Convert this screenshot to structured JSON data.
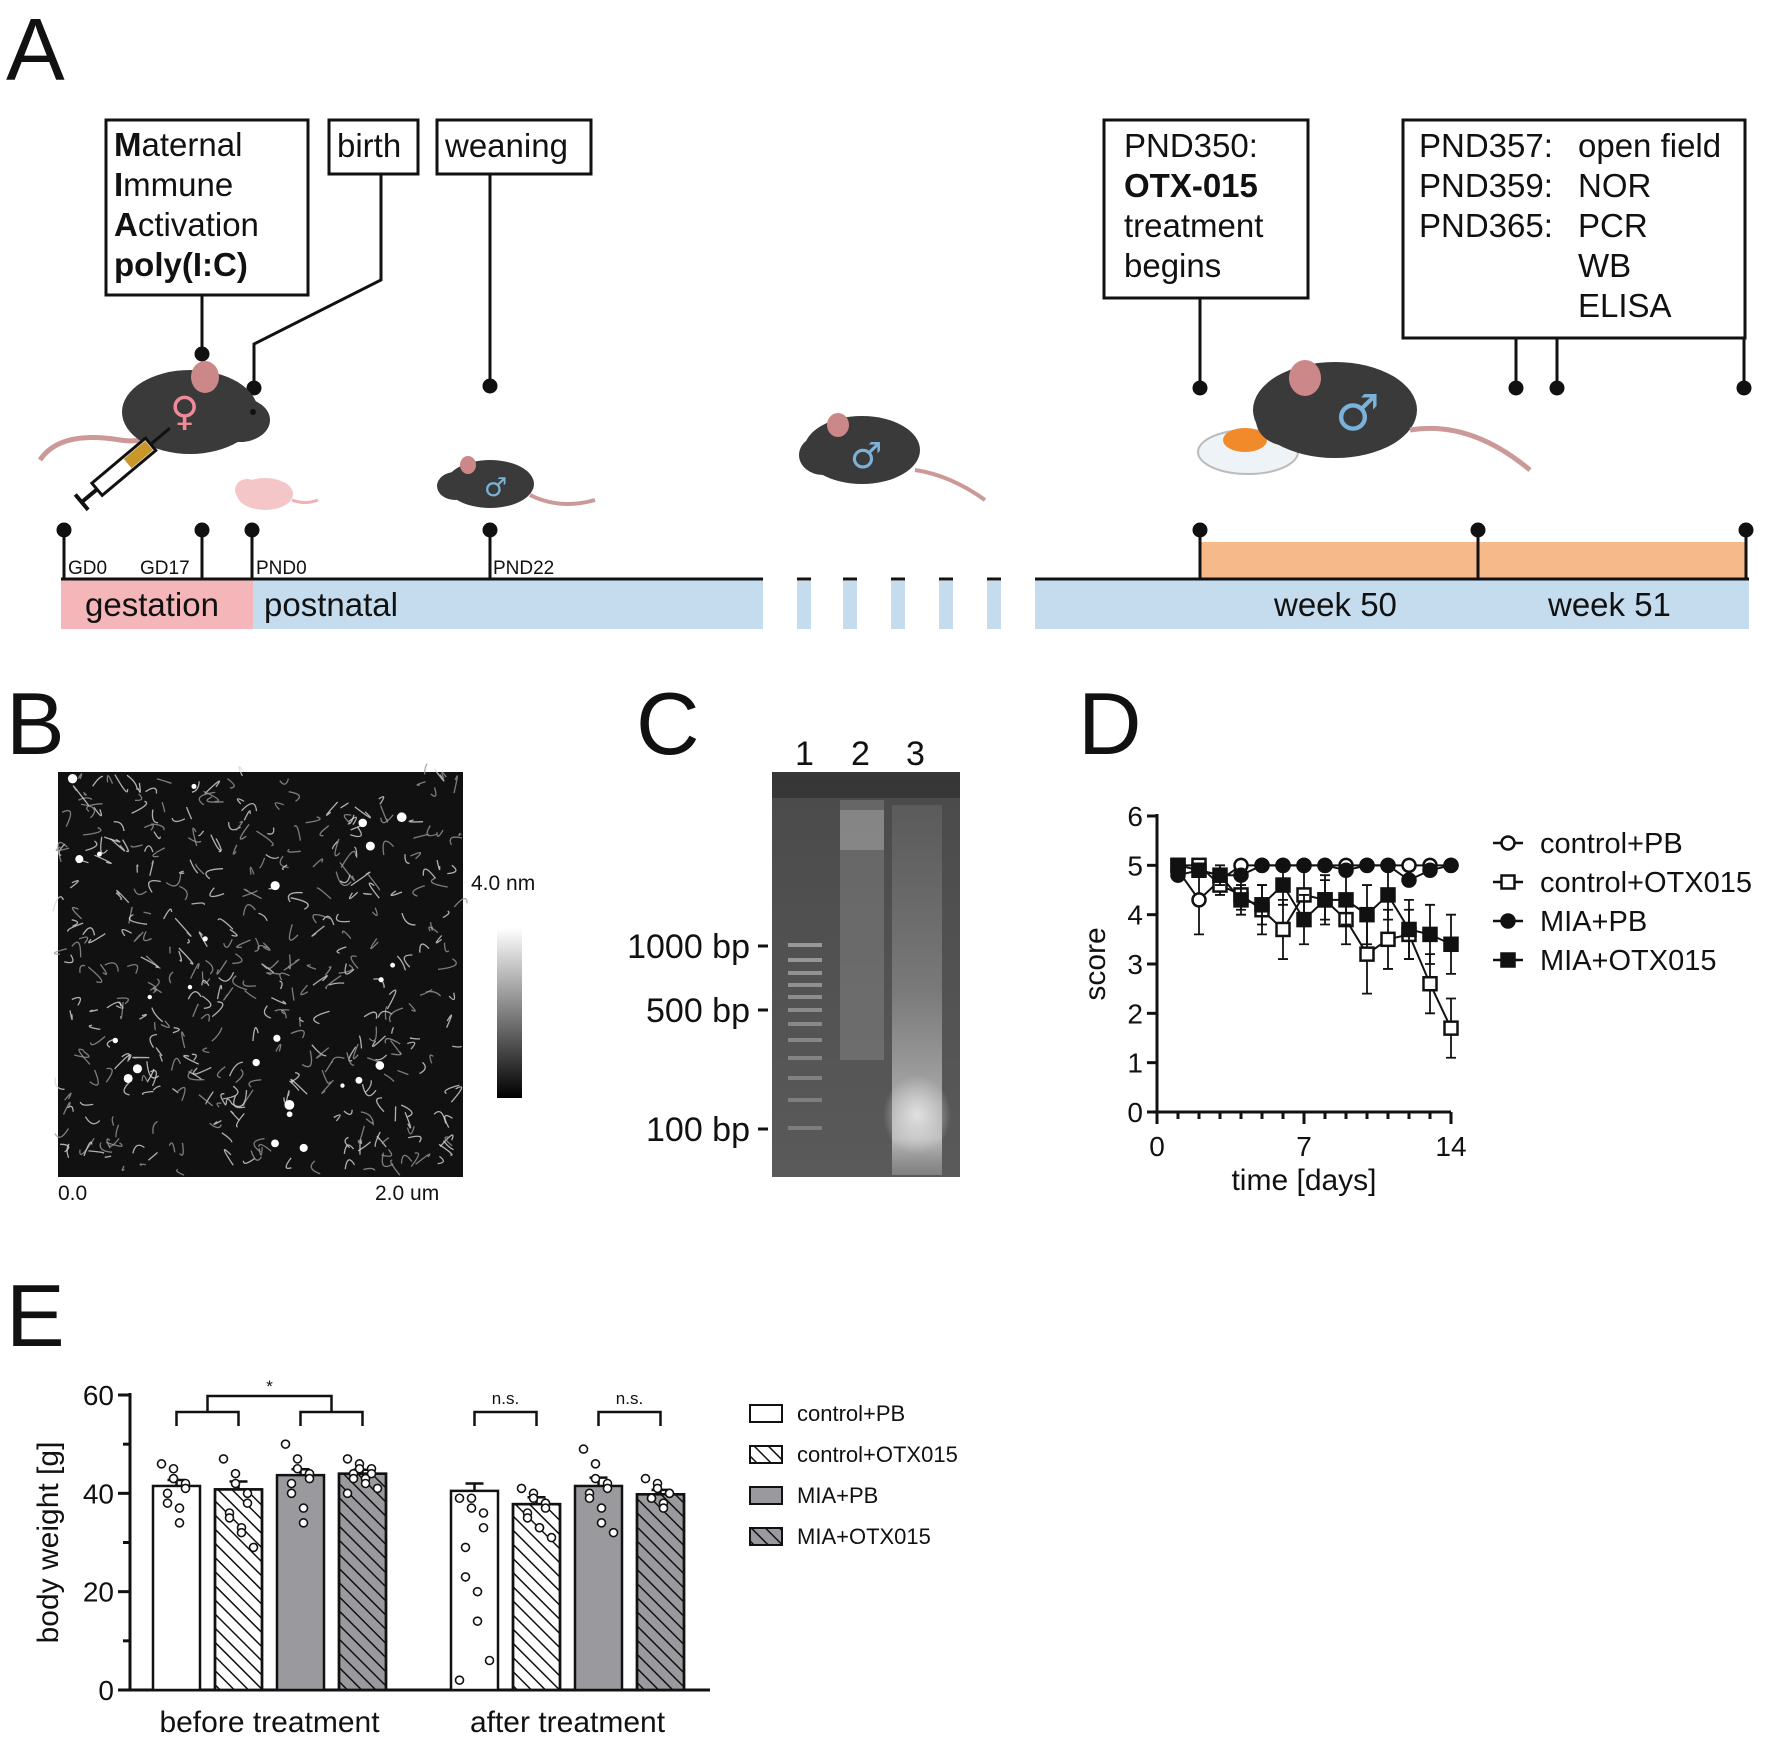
{
  "panels": {
    "A": "A",
    "B": "B",
    "C": "C",
    "D": "D",
    "E": "E"
  },
  "timeline": {
    "boxes": {
      "mia_line1_bold": "M",
      "mia_line1_rest": "aternal",
      "mia_line2_bold": "I",
      "mia_line2_rest": "mmune",
      "mia_line3_bold": "A",
      "mia_line3_rest": "ctivation",
      "mia_line4": "poly(I:C)",
      "birth": "birth",
      "weaning": "weaning",
      "pnd350_line1": "PND350:",
      "pnd350_line2": "OTX-015",
      "pnd350_line3": "treatment",
      "pnd350_line4": "begins",
      "tests": [
        {
          "day": "PND357:",
          "test": "open field"
        },
        {
          "day": "PND359:",
          "test": "NOR"
        },
        {
          "day": "PND365:",
          "test": "PCR"
        },
        {
          "day": "",
          "test": "WB"
        },
        {
          "day": "",
          "test": "ELISA"
        }
      ]
    },
    "markers": [
      "GD0",
      "GD17",
      "PND0",
      "PND22"
    ],
    "bars": {
      "gestation": "gestation",
      "postnatal": "postnatal",
      "week50": "week 50",
      "week51": "week 51"
    },
    "colors": {
      "gestation": "#f4b6b8",
      "postnatal": "#c5dcef",
      "treatment": "#f6b98a",
      "mouse": "#3a3a3a",
      "female_symbol": "#f08a96",
      "male_symbol": "#7bb2d8"
    },
    "icons": [
      "female-mouse-icon",
      "syringe-icon",
      "pup-icon",
      "juvenile-mouse-icon",
      "adult-mouse-icon",
      "petri-dish-icon",
      "treated-mouse-icon"
    ]
  },
  "afm": {
    "scale_max": "4.0 nm",
    "x_start": "0.0",
    "x_end": "2.0 um"
  },
  "gel": {
    "lanes": [
      "1",
      "2",
      "3"
    ],
    "markers": [
      "1000 bp",
      "500 bp",
      "100 bp"
    ]
  },
  "chart_data": [
    {
      "type": "line",
      "xlabel": "time [days]",
      "ylabel": "score",
      "xlim": [
        0,
        14
      ],
      "ylim": [
        0,
        6
      ],
      "xticks": [
        0,
        7,
        14
      ],
      "yticks": [
        0,
        1,
        2,
        3,
        4,
        5,
        6
      ],
      "legend_position": "right",
      "x": [
        1,
        2,
        3,
        4,
        5,
        6,
        7,
        8,
        9,
        10,
        11,
        12,
        13,
        14
      ],
      "series": [
        {
          "name": "control+PB",
          "marker": "open-circle",
          "values": [
            4.9,
            4.3,
            4.7,
            5.0,
            5.0,
            5.0,
            5.0,
            5.0,
            5.0,
            5.0,
            5.0,
            5.0,
            5.0,
            5.0
          ],
          "errors": [
            0.1,
            0.7,
            0.2,
            0,
            0,
            0,
            0,
            0,
            0,
            0,
            0,
            0,
            0,
            0
          ]
        },
        {
          "name": "control+OTX015",
          "marker": "open-square",
          "values": [
            5.0,
            5.0,
            4.6,
            4.4,
            4.1,
            3.7,
            4.4,
            4.3,
            3.9,
            3.2,
            3.5,
            3.6,
            2.6,
            1.7
          ],
          "errors": [
            0,
            0,
            0.2,
            0.3,
            0.5,
            0.6,
            0.5,
            0.4,
            0.5,
            0.8,
            0.6,
            0.5,
            0.6,
            0.6
          ]
        },
        {
          "name": "MIA+PB",
          "marker": "filled-circle",
          "values": [
            4.8,
            4.9,
            4.8,
            4.8,
            5.0,
            5.0,
            5.0,
            5.0,
            4.9,
            5.0,
            5.0,
            4.7,
            4.9,
            5.0
          ],
          "errors": [
            0.1,
            0.1,
            0.1,
            0.1,
            0,
            0,
            0,
            0,
            0.1,
            0,
            0,
            0.1,
            0.1,
            0
          ]
        },
        {
          "name": "MIA+OTX015",
          "marker": "filled-square",
          "values": [
            5.0,
            4.9,
            4.8,
            4.3,
            4.2,
            4.6,
            3.9,
            4.3,
            4.3,
            4.0,
            4.4,
            3.7,
            3.6,
            3.4
          ],
          "errors": [
            0,
            0.1,
            0.2,
            0.3,
            0.4,
            0.4,
            0.5,
            0.5,
            0.5,
            0.6,
            0.5,
            0.6,
            0.6,
            0.6
          ]
        }
      ]
    },
    {
      "type": "bar",
      "ylabel": "body weight [g]",
      "ylim": [
        0,
        60
      ],
      "yticks": [
        0,
        20,
        40,
        60
      ],
      "categories": [
        "before treatment",
        "after treatment"
      ],
      "legend_position": "right",
      "series": [
        {
          "name": "control+PB",
          "fill": "white",
          "values": [
            41.5,
            40.5
          ],
          "sem": [
            1.2,
            1.5
          ]
        },
        {
          "name": "control+OTX015",
          "fill": "white-hatched",
          "values": [
            40.8,
            37.8
          ],
          "sem": [
            1.6,
            1.4
          ]
        },
        {
          "name": "MIA+PB",
          "fill": "grey",
          "values": [
            43.7,
            41.5
          ],
          "sem": [
            1.2,
            1.7
          ]
        },
        {
          "name": "MIA+OTX015",
          "fill": "grey-hatched",
          "values": [
            44.0,
            39.8
          ],
          "sem": [
            0.8,
            0.9
          ]
        }
      ],
      "points": [
        [
          [
            46,
            45,
            43,
            42,
            41,
            40,
            38,
            37,
            34
          ],
          [
            39,
            39,
            37,
            36,
            33,
            29,
            23,
            20,
            14,
            6,
            2
          ]
        ],
        [
          [
            47,
            44,
            42,
            40,
            38,
            36,
            35,
            33,
            32,
            29
          ],
          [
            41,
            40,
            39,
            38,
            37,
            36,
            35,
            33,
            33,
            31
          ]
        ],
        [
          [
            50,
            47,
            45,
            44,
            43,
            42,
            40,
            37,
            34
          ],
          [
            49,
            46,
            43,
            42,
            41,
            40,
            39,
            37,
            34,
            32
          ]
        ],
        [
          [
            47,
            46,
            45,
            45,
            44,
            44,
            43,
            43,
            42,
            41,
            40
          ],
          [
            43,
            42,
            41,
            40,
            40,
            39,
            39,
            38,
            37
          ]
        ]
      ],
      "significance": {
        "before": "*",
        "after_control": "n.s.",
        "after_mia": "n.s."
      }
    }
  ]
}
